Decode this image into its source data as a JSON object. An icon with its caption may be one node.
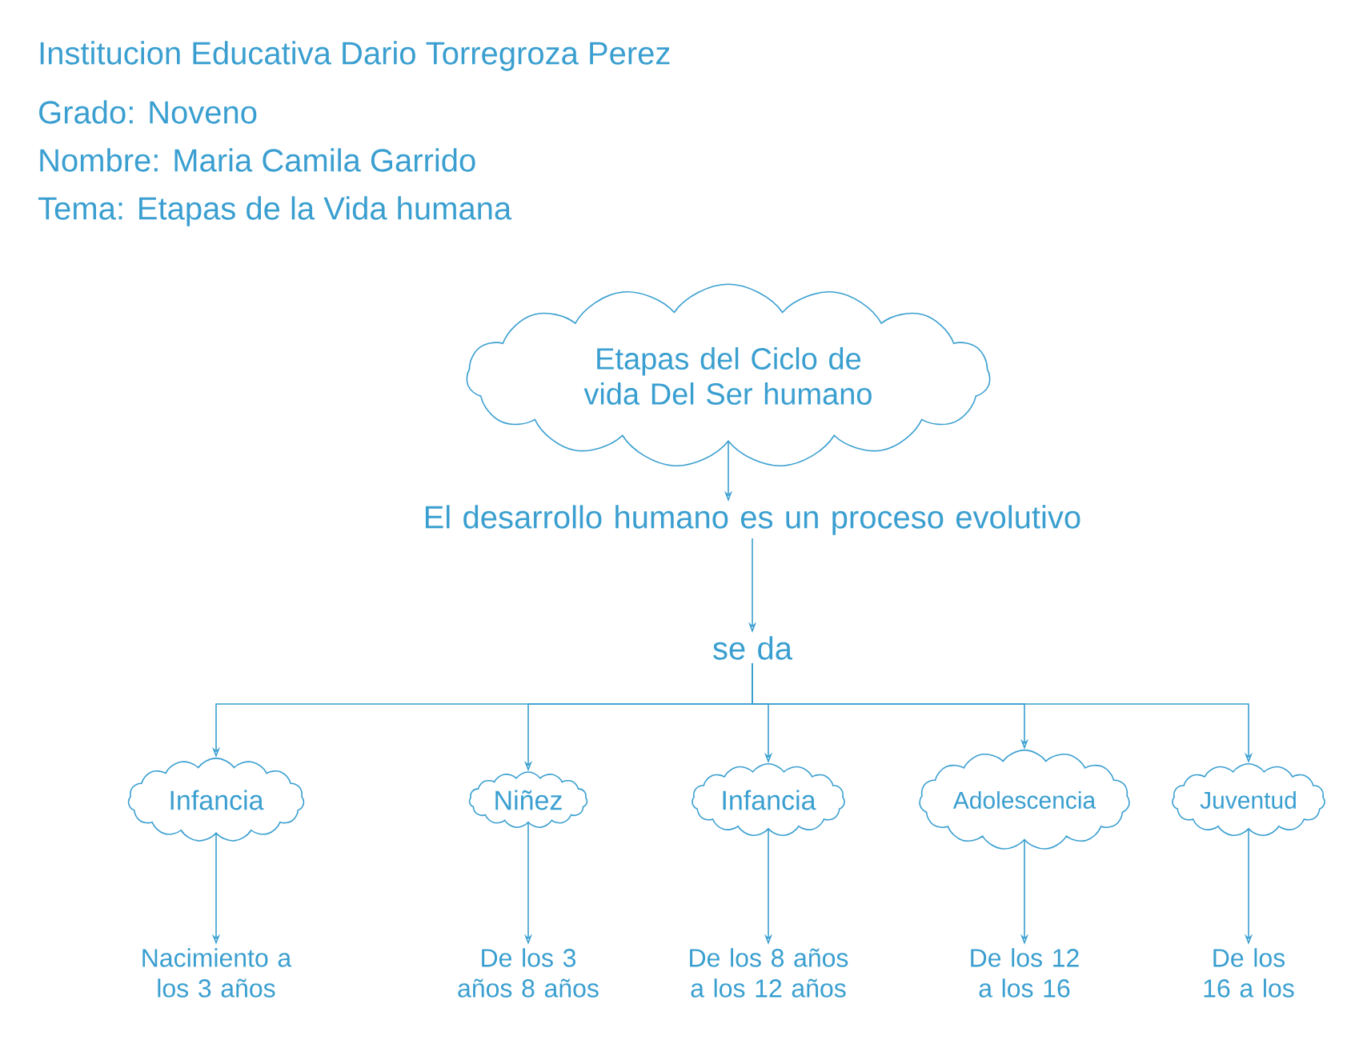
{
  "diagram": {
    "nodes": [
      {
        "text": [
          "Etapas del Ciclo de vida Del Ser humano"
        ]
      },
      {
        "text": [
          "El desarrollo humano es un proceso evolutivo"
        ]
      },
      {
        "text": [
          "se da"
        ]
      },
      {
        "text": [
          "Infancia"
        ]
      },
      {
        "text": [
          "Niñez"
        ]
      },
      {
        "text": [
          "Infancia"
        ]
      },
      {
        "text": [
          "Adolescencia"
        ]
      },
      {
        "text": [
          "Juventud"
        ]
      },
      {
        "text": [
          "Nacimiento a los 3 años"
        ]
      },
      {
        "text": [
          "De los 3 años 8 años"
        ]
      },
      {
        "text": [
          "De los 8 años a los 12 años"
        ]
      },
      {
        "text": [
          "De los 12 a los 16"
        ]
      },
      {
        "text": [
          "De los 16 a los"
        ]
      }
    ],
    "edges": [
      {
        "from": 0,
        "to": 1,
        "arrow": "to"
      },
      {
        "from": 1,
        "to": 2,
        "arrow": "to"
      },
      {
        "from": 2,
        "to": 3,
        "arrow": "to"
      },
      {
        "from": 2,
        "to": 4,
        "arrow": "to"
      },
      {
        "from": 2,
        "to": 5,
        "arrow": "to"
      },
      {
        "from": 2,
        "to": 6,
        "arrow": "to"
      },
      {
        "from": 2,
        "to": 7,
        "arrow": "to"
      },
      {
        "from": 3,
        "to": 8,
        "arrow": "to"
      },
      {
        "from": 4,
        "to": 9,
        "arrow": "to"
      },
      {
        "from": 5,
        "to": 10,
        "arrow": "to"
      },
      {
        "from": 6,
        "to": 11,
        "arrow": "to"
      },
      {
        "from": 7,
        "to": 12,
        "arrow": "to"
      }
    ],
    "labels": [
      "Institucion Educativa Dario Torregroza Perez",
      "Grado: Noveno",
      "Nombre: Maria Camila Garrido",
      "Tema: Etapas de la Vida humana"
    ]
  }
}
